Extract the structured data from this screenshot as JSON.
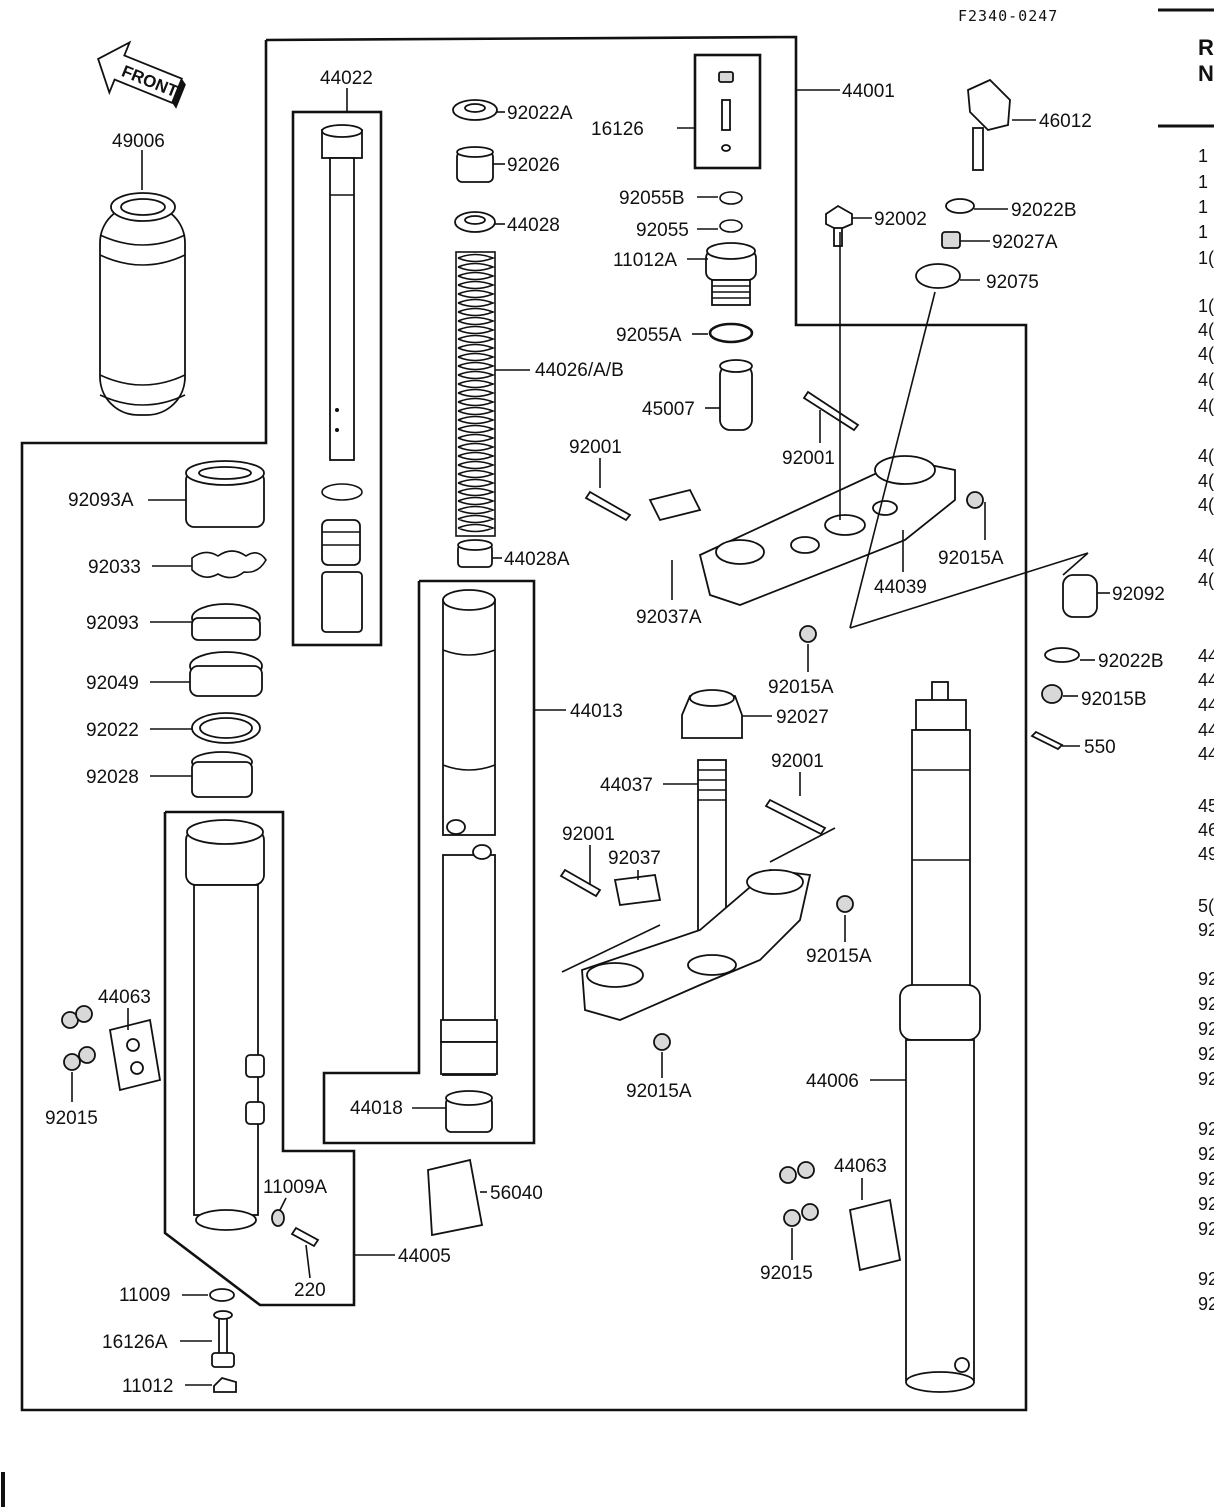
{
  "reference_code": "F2340-0247",
  "front_arrow": "FRONT",
  "sidebar_header": [
    "R",
    "N"
  ],
  "sidebar_column": [
    "1",
    "1",
    "1",
    "1",
    "1(",
    "1(",
    "4(",
    "4(",
    "4(",
    "4(",
    "4(",
    "4(",
    "4(",
    "4(",
    "4(",
    "44",
    "44",
    "44",
    "44",
    "44",
    "45",
    "46",
    "49",
    "5(",
    "92",
    "92",
    "92",
    "92",
    "92",
    "92",
    "92",
    "92",
    "92",
    "92",
    "92",
    "92",
    "92"
  ],
  "callouts": [
    {
      "id": "c49006",
      "text": "49006"
    },
    {
      "id": "c44022",
      "text": "44022"
    },
    {
      "id": "c92022A",
      "text": "92022A"
    },
    {
      "id": "c92026",
      "text": "92026"
    },
    {
      "id": "c44028",
      "text": "44028"
    },
    {
      "id": "c44026",
      "text": "44026/A/B"
    },
    {
      "id": "c44028A",
      "text": "44028A"
    },
    {
      "id": "c44013",
      "text": "44013"
    },
    {
      "id": "c44018",
      "text": "44018"
    },
    {
      "id": "c56040",
      "text": "56040"
    },
    {
      "id": "c44005",
      "text": "44005"
    },
    {
      "id": "c11009A",
      "text": "11009A"
    },
    {
      "id": "c220",
      "text": "220"
    },
    {
      "id": "c11009",
      "text": "11009"
    },
    {
      "id": "c16126A",
      "text": "16126A"
    },
    {
      "id": "c11012",
      "text": "11012"
    },
    {
      "id": "c92093A",
      "text": "92093A"
    },
    {
      "id": "c92033",
      "text": "92033"
    },
    {
      "id": "c92093",
      "text": "92093"
    },
    {
      "id": "c92049",
      "text": "92049"
    },
    {
      "id": "c92022",
      "text": "92022"
    },
    {
      "id": "c92028",
      "text": "92028"
    },
    {
      "id": "c44063L",
      "text": "44063"
    },
    {
      "id": "c92015L",
      "text": "92015"
    },
    {
      "id": "c16126",
      "text": "16126"
    },
    {
      "id": "c92055B",
      "text": "92055B"
    },
    {
      "id": "c92055",
      "text": "92055"
    },
    {
      "id": "c11012A",
      "text": "11012A"
    },
    {
      "id": "c92055A",
      "text": "92055A"
    },
    {
      "id": "c45007",
      "text": "45007"
    },
    {
      "id": "c44001",
      "text": "44001"
    },
    {
      "id": "c46012",
      "text": "46012"
    },
    {
      "id": "c92002",
      "text": "92002"
    },
    {
      "id": "c92022B1",
      "text": "92022B"
    },
    {
      "id": "c92027A",
      "text": "92027A"
    },
    {
      "id": "c92075",
      "text": "92075"
    },
    {
      "id": "c92001a",
      "text": "92001"
    },
    {
      "id": "c92001b",
      "text": "92001"
    },
    {
      "id": "c92015A1",
      "text": "92015A"
    },
    {
      "id": "c44039",
      "text": "44039"
    },
    {
      "id": "c92037A",
      "text": "92037A"
    },
    {
      "id": "c92015A2",
      "text": "92015A"
    },
    {
      "id": "c92092",
      "text": "92092"
    },
    {
      "id": "c92022B2",
      "text": "92022B"
    },
    {
      "id": "c92015B",
      "text": "92015B"
    },
    {
      "id": "c550",
      "text": "550"
    },
    {
      "id": "c92027",
      "text": "92027"
    },
    {
      "id": "c44037",
      "text": "44037"
    },
    {
      "id": "c92001c",
      "text": "92001"
    },
    {
      "id": "c92001d",
      "text": "92001"
    },
    {
      "id": "c92037",
      "text": "92037"
    },
    {
      "id": "c92015A3",
      "text": "92015A"
    },
    {
      "id": "c92015A4",
      "text": "92015A"
    },
    {
      "id": "c44006",
      "text": "44006"
    },
    {
      "id": "c44063R",
      "text": "44063"
    },
    {
      "id": "c92015R",
      "text": "92015"
    }
  ]
}
